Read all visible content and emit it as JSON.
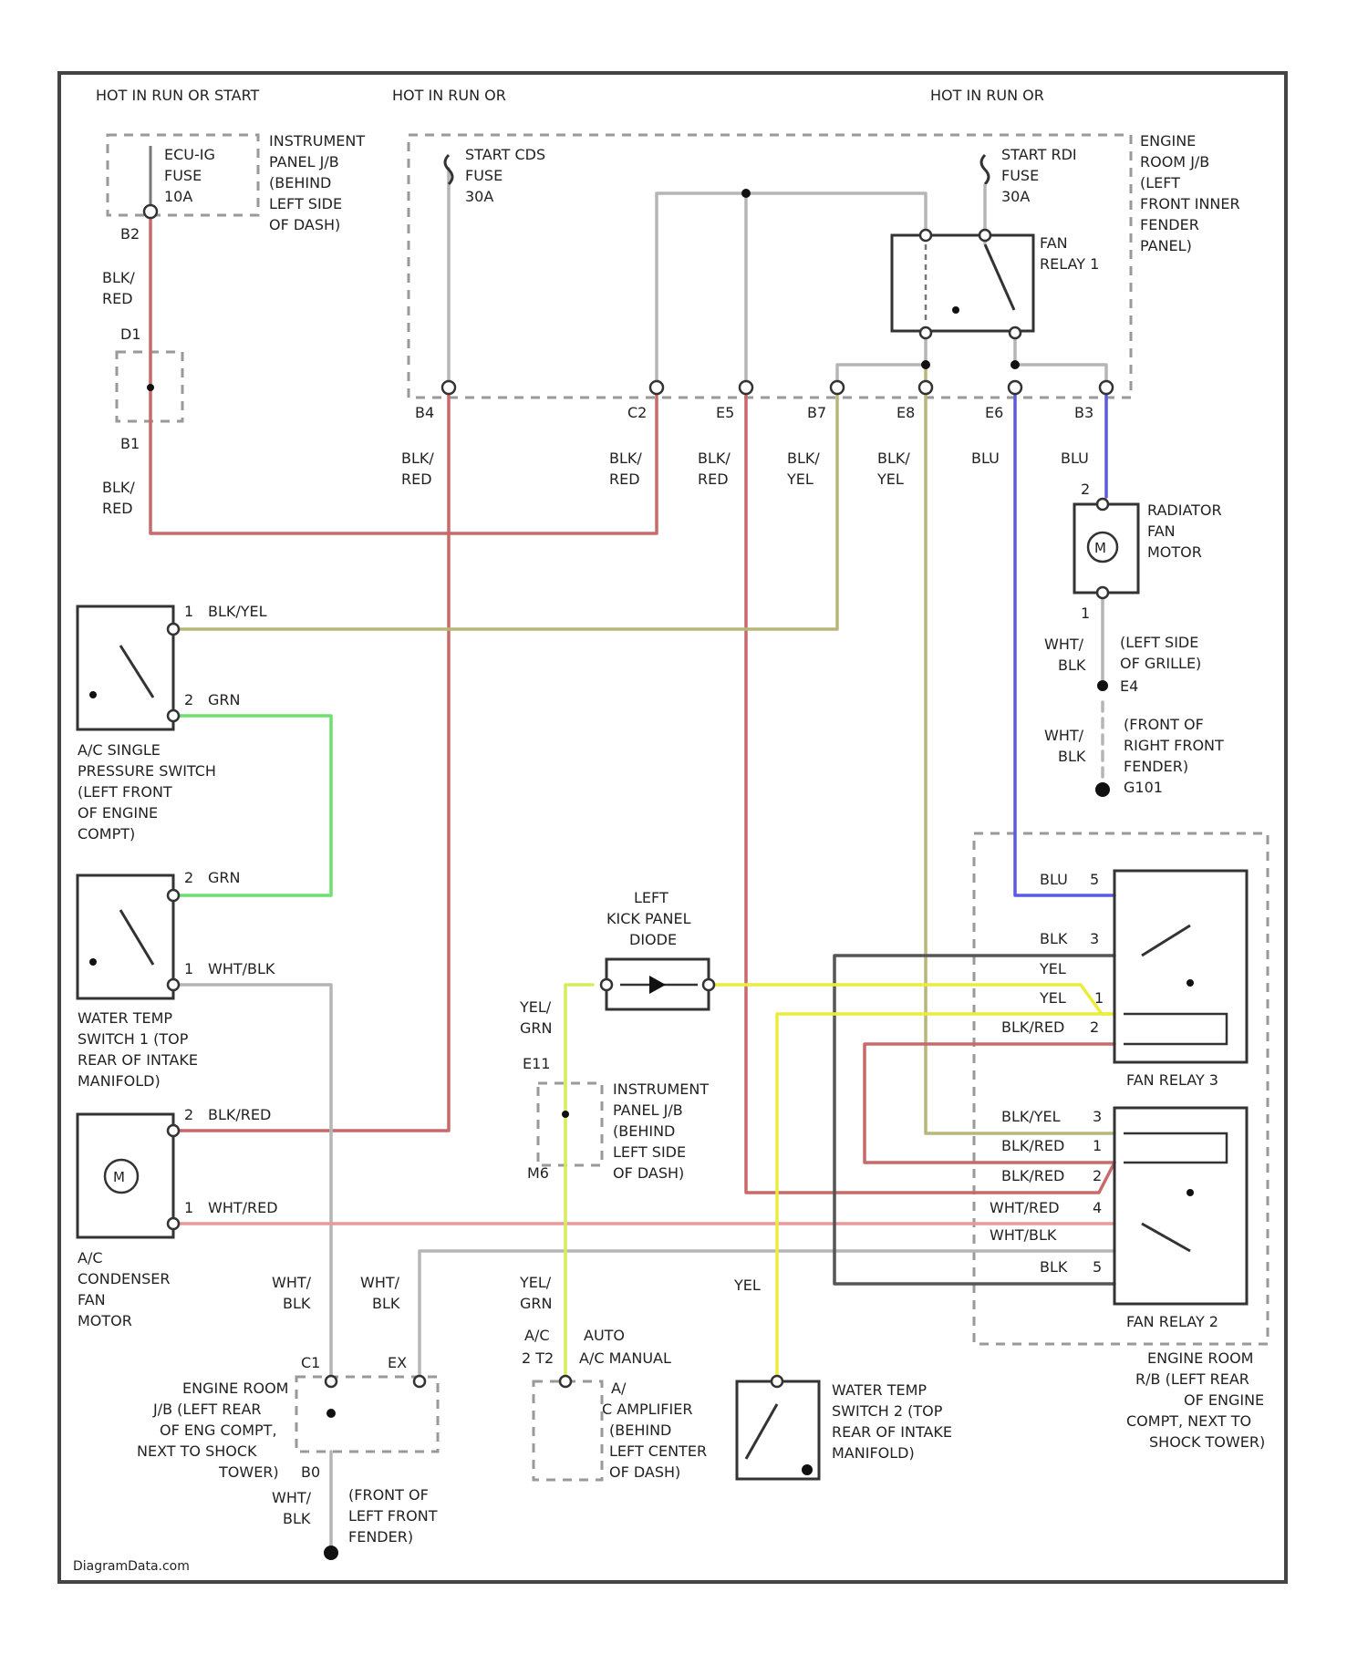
{
  "colors": {
    "red": "#c96a6a",
    "pink": "#e89a9a",
    "olive": "#b7b77a",
    "green": "#6fe06f",
    "blue": "#5a5ae6",
    "yellow": "#ecec3c",
    "gray": "#b5b5b5",
    "dark": "#555555"
  },
  "power": {
    "hot_run_start": "HOT IN RUN OR START",
    "hot_run_1": "HOT IN RUN OR",
    "hot_run_2": "HOT IN RUN OR"
  },
  "fuses": {
    "ecu_ig": [
      "ECU-IG",
      "FUSE",
      "10A"
    ],
    "start": [
      "START CDS",
      "FUSE",
      "30A"
    ],
    "rdi": [
      "START RDI",
      "FUSE",
      "30A"
    ]
  },
  "blocks": {
    "instrument_jb_top": [
      "INSTRUMENT",
      "PANEL J/B",
      "(BEHIND",
      "LEFT SIDE",
      "OF DASH)"
    ],
    "engine_room_jb_top": [
      "ENGINE",
      "ROOM J/B",
      "(LEFT",
      "FRONT INNER",
      "FENDER",
      "PANEL)"
    ],
    "fan_relay_1": [
      "FAN",
      "RELAY 1"
    ],
    "radiator_fan_motor": [
      "RADIATOR",
      "FAN",
      "MOTOR"
    ],
    "radiator_ground_1": [
      "(LEFT SIDE",
      "OF GRILLE)"
    ],
    "radiator_ground_2": [
      "(FRONT OF",
      "RIGHT FRONT",
      "FENDER)"
    ],
    "ac_pressure_switch": [
      "A/C SINGLE",
      "PRESSURE SWITCH",
      "(LEFT FRONT",
      "OF ENGINE",
      "COMPT)"
    ],
    "water_temp_1": [
      "WATER TEMP",
      "SWITCH 1 (TOP",
      "REAR OF INTAKE",
      "MANIFOLD)"
    ],
    "condenser_fan": [
      "A/C",
      "CONDENSER",
      "FAN",
      "MOTOR"
    ],
    "diode": [
      "LEFT",
      "KICK PANEL",
      "DIODE"
    ],
    "instrument_jb_mid": [
      "INSTRUMENT",
      "PANEL J/B",
      "(BEHIND",
      "LEFT SIDE",
      "OF DASH)"
    ],
    "engine_room_jb_bottom": [
      "ENGINE ROOM",
      "J/B (LEFT REAR",
      "OF ENG COMPT,",
      "NEXT TO SHOCK",
      "TOWER)"
    ],
    "ground_left": [
      "(FRONT OF",
      "LEFT FRONT",
      "FENDER)"
    ],
    "ac_amplifier": [
      "A/",
      "C AMPLIFIER",
      "(BEHIND",
      "LEFT CENTER",
      "OF DASH)"
    ],
    "water_temp_2": [
      "WATER TEMP",
      "SWITCH 2 (TOP",
      "REAR OF INTAKE",
      "MANIFOLD)"
    ],
    "fan_relay_3": "FAN RELAY 3",
    "fan_relay_2": "FAN RELAY 2",
    "engine_room_rb": [
      "ENGINE ROOM",
      "R/B (LEFT REAR",
      "OF ENGINE",
      "COMPT, NEXT TO",
      "SHOCK TOWER)"
    ]
  },
  "wires": {
    "blk_red": [
      "BLK/",
      "RED"
    ],
    "blk_yel": [
      "BLK/",
      "YEL"
    ],
    "blu": "BLU",
    "wht_blk": [
      "WHT/",
      "BLK"
    ],
    "yel_grn": [
      "YEL/",
      "GRN"
    ],
    "yel": "YEL",
    "sw_blkyel": "BLK/YEL",
    "sw_grn": "GRN",
    "sw_whtblk": "WHT/BLK",
    "sw_blkred": "BLK/RED",
    "sw_whtred": "WHT/RED"
  },
  "relay3_pins": [
    "BLU",
    "BLK",
    "YEL",
    "YEL",
    "BLK/RED"
  ],
  "relay2_pins": [
    "BLK/YEL",
    "BLK/RED",
    "BLK/RED",
    "WHT/RED",
    "WHT/BLK",
    "BLK"
  ],
  "relay3_nums": [
    "5",
    "3",
    "1",
    "2"
  ],
  "relay2_nums": [
    "3",
    "1",
    "2",
    "4",
    "5"
  ],
  "connectors": {
    "c_b2": "B2",
    "c_d1": "D1",
    "c_b1": "B1",
    "c_b4": "B4",
    "c_c2": "C2",
    "c_e5": "E5",
    "c_b7": "B7",
    "c_e8": "E8",
    "c_e6": "E6",
    "c_b3": "B3",
    "c_e4": "E4",
    "c_e11": "E11",
    "c_m6": "M6",
    "c_c1": "C1",
    "c_ex": "EX",
    "c_b0": "B0",
    "c_e101": "G101"
  },
  "amplifier": {
    "ac": "A/C",
    "auto": "AUTO",
    "manual": "A/C MANUAL",
    "pin": "2 T2"
  },
  "footer": "DiagramData.com"
}
